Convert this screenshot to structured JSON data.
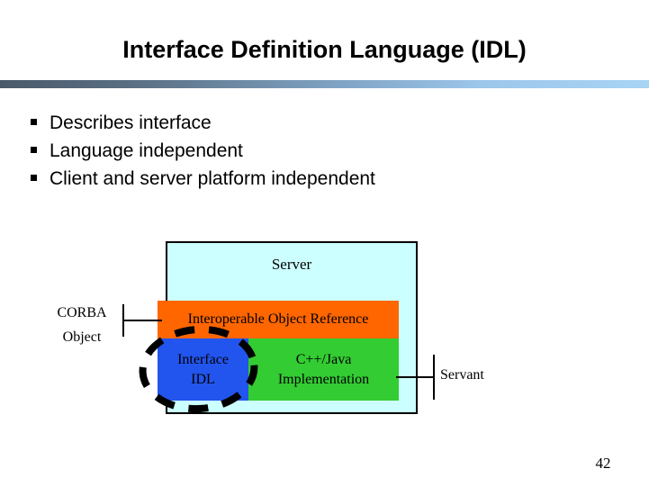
{
  "slide": {
    "title": "Interface Definition Language (IDL)",
    "page_number": "42",
    "divider_color_left": "#4a5a6a",
    "divider_color_right": "#a8d4f5"
  },
  "bullets": [
    {
      "marker": "square-bullet",
      "text": "Describes interface"
    },
    {
      "marker": "square-bullet",
      "text": "Language independent"
    },
    {
      "marker": "square-bullet",
      "text": "Client and server platform independent"
    }
  ],
  "diagram": {
    "server": {
      "label": "Server",
      "fill": "#ccffff",
      "border": "#000000"
    },
    "ior": {
      "label": "Interoperable Object Reference",
      "fill": "#ff6600"
    },
    "idl": {
      "line1": "Interface",
      "line2": "IDL",
      "fill": "#2255ee",
      "highlight": "dashed-ellipse"
    },
    "implementation": {
      "line1": "C++/Java",
      "line2": "Implementation",
      "fill": "#33cc33"
    },
    "callouts": {
      "corba_line1": "CORBA",
      "corba_line2": "Object",
      "servant": "Servant"
    }
  }
}
